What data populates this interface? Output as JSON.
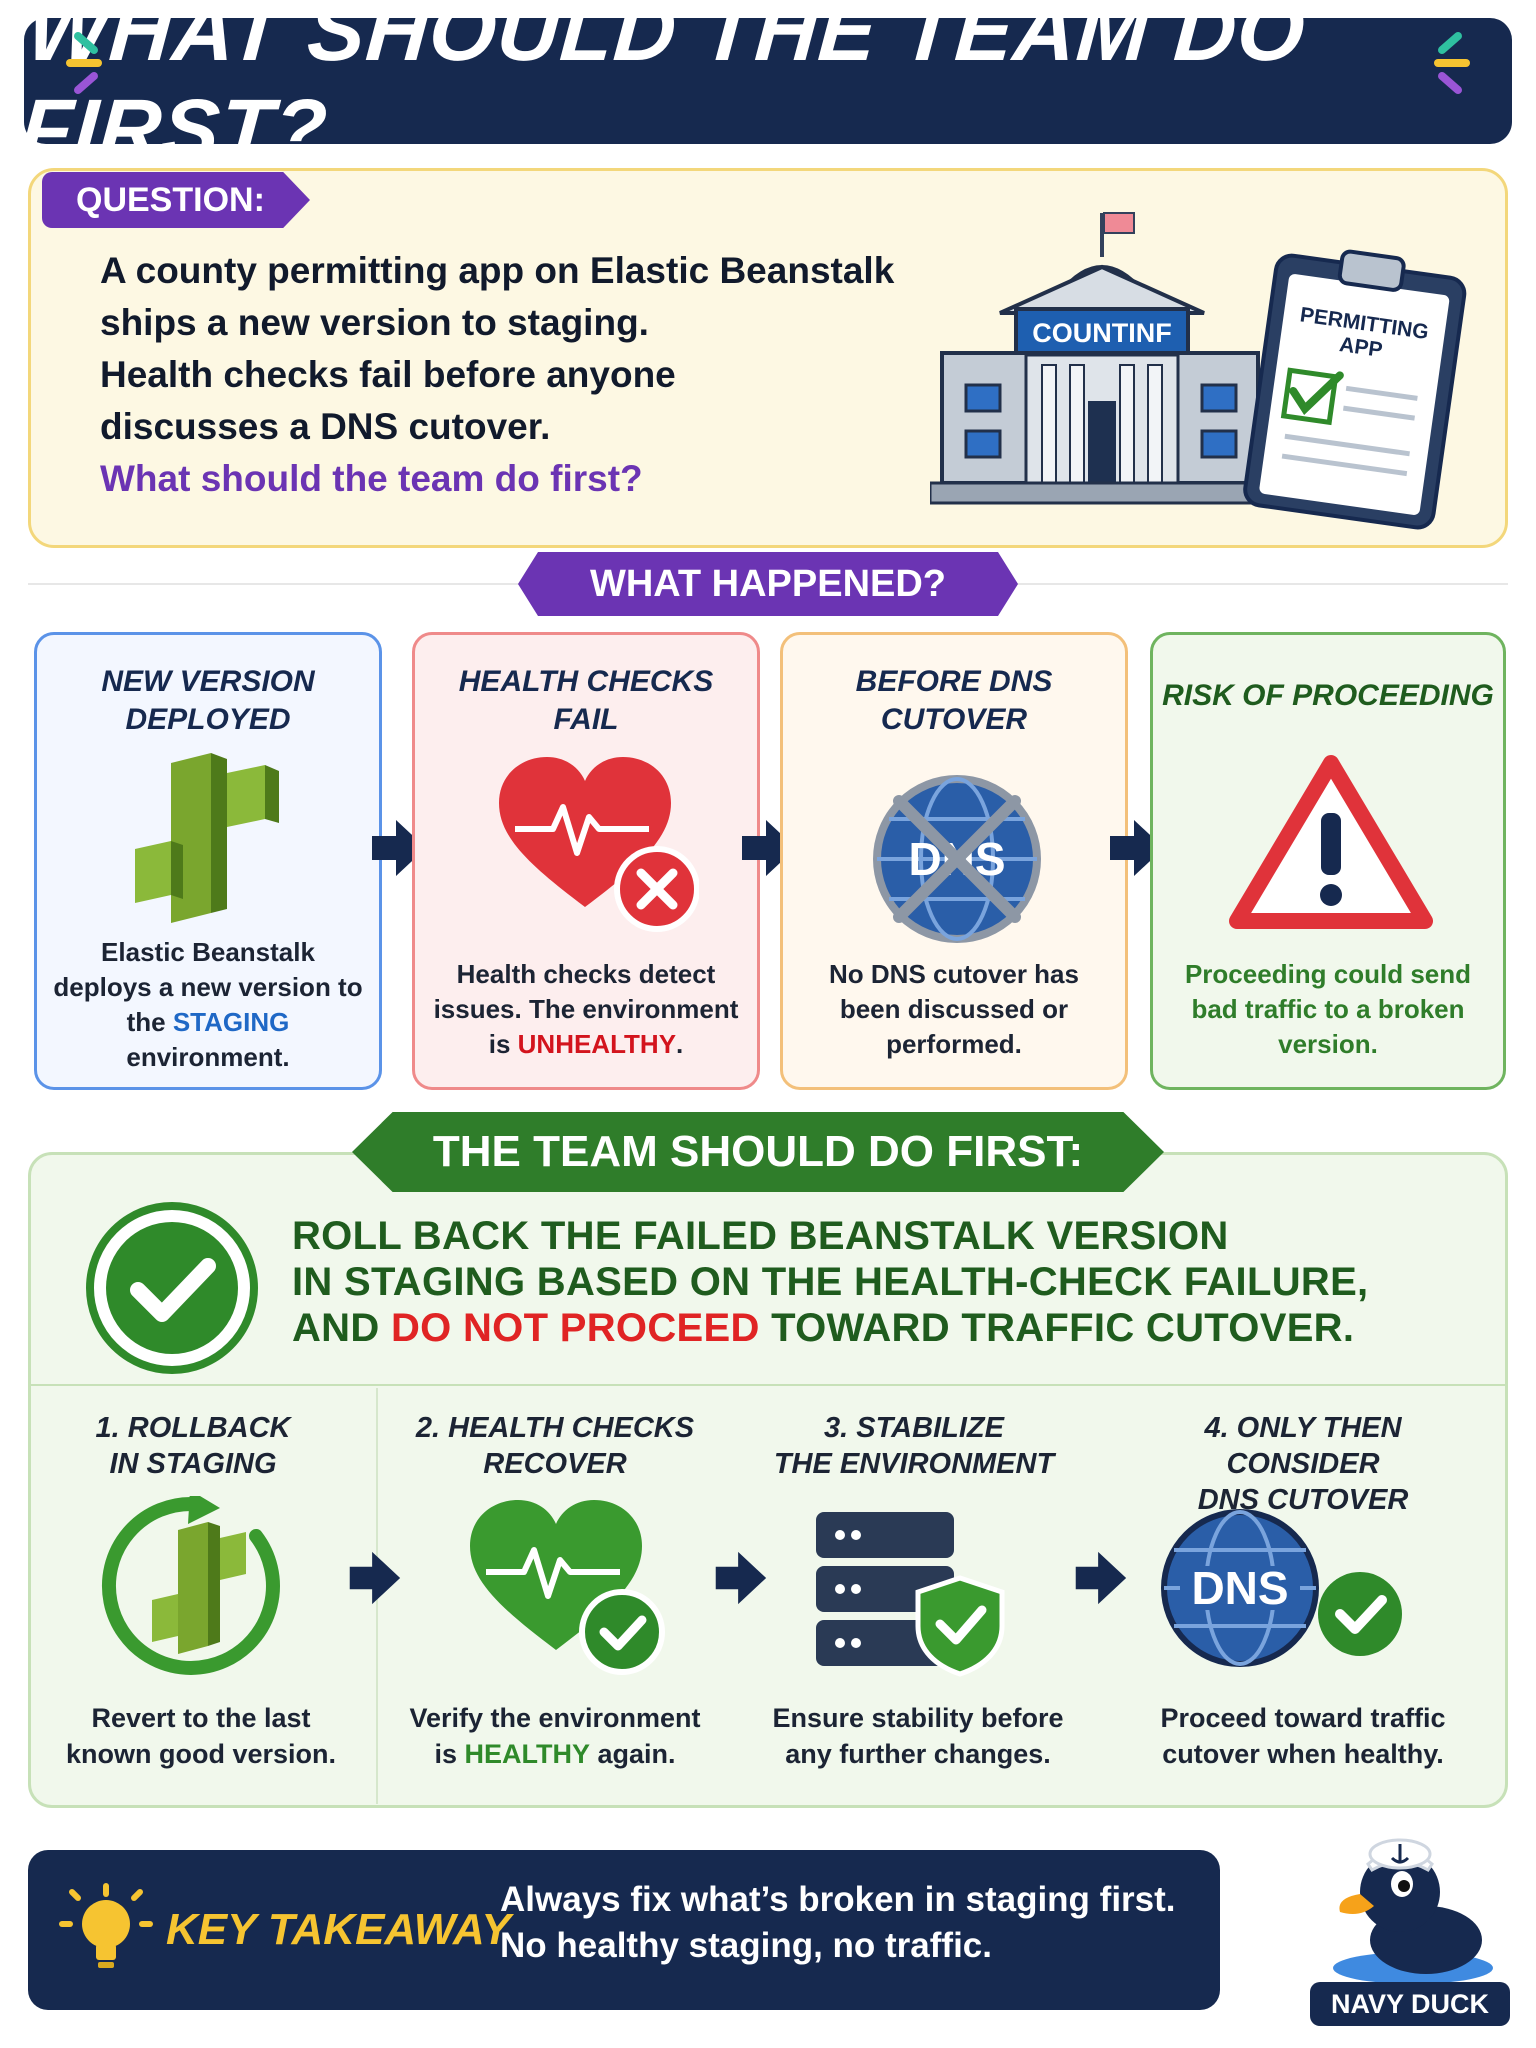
{
  "header": {
    "title": "WHAT SHOULD THE TEAM DO FIRST?"
  },
  "question": {
    "tag": "QUESTION:",
    "lines": [
      "A county permitting app on Elastic Beanstalk",
      "ships a new version to staging.",
      "Health checks fail before anyone",
      "discusses a DNS cutover."
    ],
    "prompt": "What should the team do first?",
    "building_sign": "COUNTINF",
    "clipboard_label": [
      "PERMITTING",
      "APP"
    ]
  },
  "happened": {
    "pill": "WHAT HAPPENED?",
    "cards": [
      {
        "title": [
          "NEW VERSION",
          "DEPLOYED"
        ],
        "body_pre": "Elastic Beanstalk deploys a new version to the ",
        "highlight": "STAGING",
        "body_post": " environment.",
        "icon": "beanstalk-icon",
        "accent": "#4a86e8"
      },
      {
        "title": [
          "HEALTH CHECKS",
          "FAIL"
        ],
        "body_pre": "Health checks detect issues. The environment is ",
        "highlight": "UNHEALTHY",
        "body_post": ".",
        "icon": "heart-fail-icon",
        "accent": "#ef8a8a"
      },
      {
        "title": [
          "BEFORE DNS",
          "CUTOVER"
        ],
        "body_pre": "No DNS cutover has been discussed or performed.",
        "highlight": "",
        "body_post": "",
        "icon": "dns-crossed-icon",
        "dns_text": "DNS",
        "accent": "#f3c07a"
      },
      {
        "title": [
          "RISK OF PROCEEDING"
        ],
        "body_pre": "Proceeding could send bad traffic to a broken version.",
        "highlight": "",
        "body_post": "",
        "icon": "warning-icon",
        "accent": "#6fb45f"
      }
    ]
  },
  "solution": {
    "pill": "THE TEAM SHOULD DO FIRST:",
    "line1": "ROLL BACK THE FAILED BEANSTALK VERSION",
    "line2": "IN STAGING BASED ON THE HEALTH-CHECK FAILURE,",
    "line3_pre": "AND ",
    "line3_red": "DO NOT PROCEED",
    "line3_post": " TOWARD TRAFFIC CUTOVER.",
    "steps": [
      {
        "title": [
          "1. ROLLBACK",
          "IN STAGING"
        ],
        "body": [
          "Revert to the last",
          "known good version."
        ],
        "icon": "rollback-icon"
      },
      {
        "title": [
          "2. HEALTH CHECKS",
          "RECOVER"
        ],
        "body_pre": "Verify the environment",
        "body_mid_pre": "is ",
        "highlight": "HEALTHY",
        "body_post": " again.",
        "icon": "heart-ok-icon"
      },
      {
        "title": [
          "3. STABILIZE",
          "THE ENVIRONMENT"
        ],
        "body": [
          "Ensure stability before",
          "any further changes."
        ],
        "icon": "server-shield-icon"
      },
      {
        "title": [
          "4. ONLY THEN CONSIDER",
          "DNS CUTOVER"
        ],
        "body": [
          "Proceed toward traffic",
          "cutover when healthy."
        ],
        "icon": "dns-ok-icon",
        "dns_text": "DNS"
      }
    ]
  },
  "takeaway": {
    "label": "KEY TAKEAWAY",
    "lines": [
      "Always fix what’s broken in staging first.",
      "No healthy staging, no traffic."
    ]
  },
  "brand": {
    "name": "NAVY DUCK"
  },
  "colors": {
    "navy": "#16294f",
    "purple": "#6b34b3",
    "green": "#2f7d2a",
    "red": "#e02424",
    "blue": "#1f68c6"
  }
}
